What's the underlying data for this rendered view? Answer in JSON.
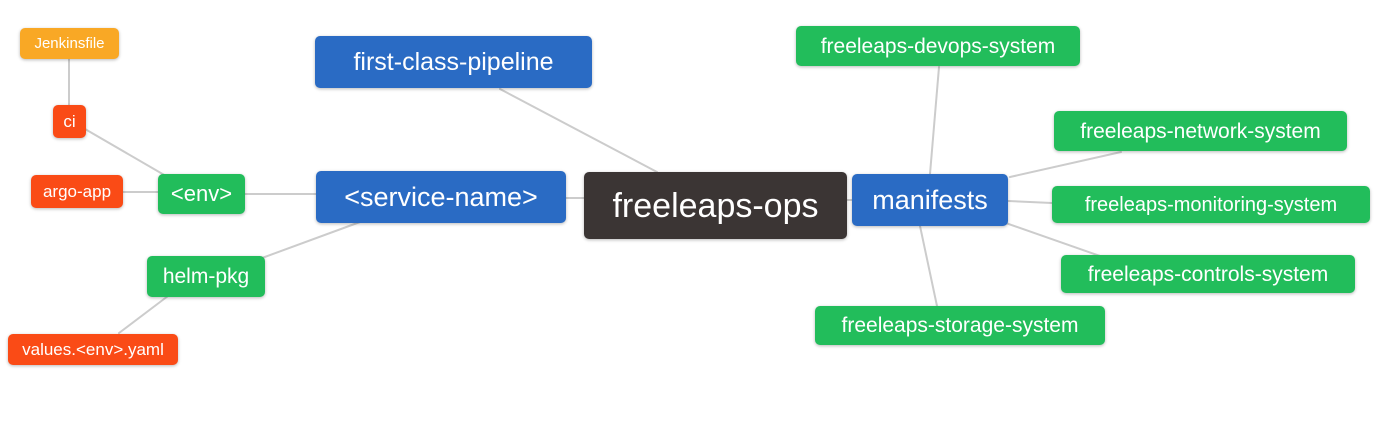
{
  "diagram": {
    "type": "mindmap",
    "root_label": "freeleaps-ops",
    "nodes": {
      "jenkinsfile": {
        "label": "Jenkinsfile"
      },
      "ci": {
        "label": "ci"
      },
      "argo_app": {
        "label": "argo-app"
      },
      "env": {
        "label": "<env>"
      },
      "first_class_pipeline": {
        "label": "first-class-pipeline"
      },
      "service_name": {
        "label": "<service-name>"
      },
      "freeleaps_ops": {
        "label": "freeleaps-ops"
      },
      "manifests": {
        "label": "manifests"
      },
      "helm_pkg": {
        "label": "helm-pkg"
      },
      "values_env_yaml": {
        "label": "values.<env>.yaml"
      },
      "devops_system": {
        "label": "freeleaps-devops-system"
      },
      "network_system": {
        "label": "freeleaps-network-system"
      },
      "monitoring_system": {
        "label": "freeleaps-monitoring-system"
      },
      "controls_system": {
        "label": "freeleaps-controls-system"
      },
      "storage_system": {
        "label": "freeleaps-storage-system"
      }
    },
    "edges": [
      {
        "from": "jenkinsfile",
        "to": "ci"
      },
      {
        "from": "ci",
        "to": "env"
      },
      {
        "from": "argo_app",
        "to": "env"
      },
      {
        "from": "env",
        "to": "service_name"
      },
      {
        "from": "helm_pkg",
        "to": "service_name"
      },
      {
        "from": "values_env_yaml",
        "to": "helm_pkg"
      },
      {
        "from": "first_class_pipeline",
        "to": "freeleaps_ops"
      },
      {
        "from": "service_name",
        "to": "freeleaps_ops"
      },
      {
        "from": "freeleaps_ops",
        "to": "manifests"
      },
      {
        "from": "manifests",
        "to": "devops_system"
      },
      {
        "from": "manifests",
        "to": "network_system"
      },
      {
        "from": "manifests",
        "to": "monitoring_system"
      },
      {
        "from": "manifests",
        "to": "controls_system"
      },
      {
        "from": "manifests",
        "to": "storage_system"
      }
    ],
    "colors": {
      "root": "#3b3534",
      "blue": "#2a6bc4",
      "green": "#22bd5b",
      "red": "#fa4b16",
      "orange": "#f9a825",
      "edge": "#cccccc",
      "text": "#ffffff"
    }
  }
}
